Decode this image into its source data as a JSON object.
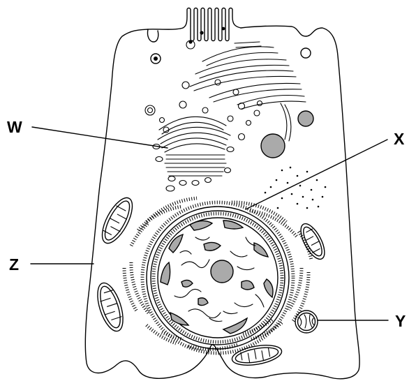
{
  "diagram": {
    "labels": {
      "w": "W",
      "x": "X",
      "y": "Y",
      "z": "Z"
    },
    "colors": {
      "outline": "#000000",
      "organelle_fill": "#aaaaaa",
      "background": "#ffffff"
    }
  }
}
